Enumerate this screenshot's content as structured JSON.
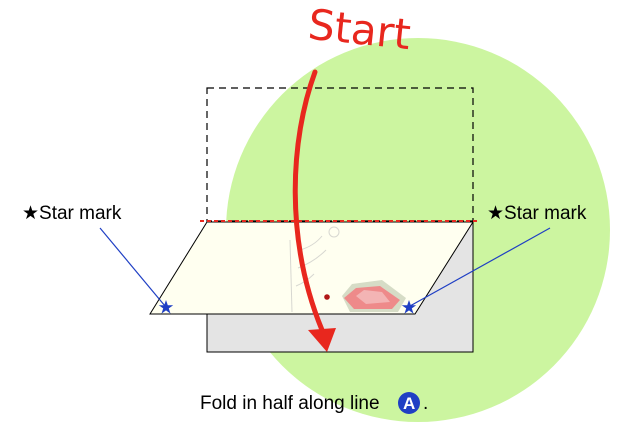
{
  "title": "Start",
  "labels": {
    "left_star": "★Star mark",
    "right_star": "★Star mark"
  },
  "instruction": {
    "text": "Fold in half along line",
    "marker": "A",
    "suffix": "."
  },
  "colors": {
    "circle": "#ccf5a0",
    "arrow": "#e8271e",
    "fold_line": "#e8271e",
    "pointer": "#1f3fc4",
    "star": "#1f3fc4",
    "marker_bg": "#1f3fc4",
    "paper_front": "#fffff0",
    "paper_back": "#e4e4e4"
  },
  "icons": {
    "star": "star-icon",
    "marker": "circle-letter-a-icon"
  }
}
